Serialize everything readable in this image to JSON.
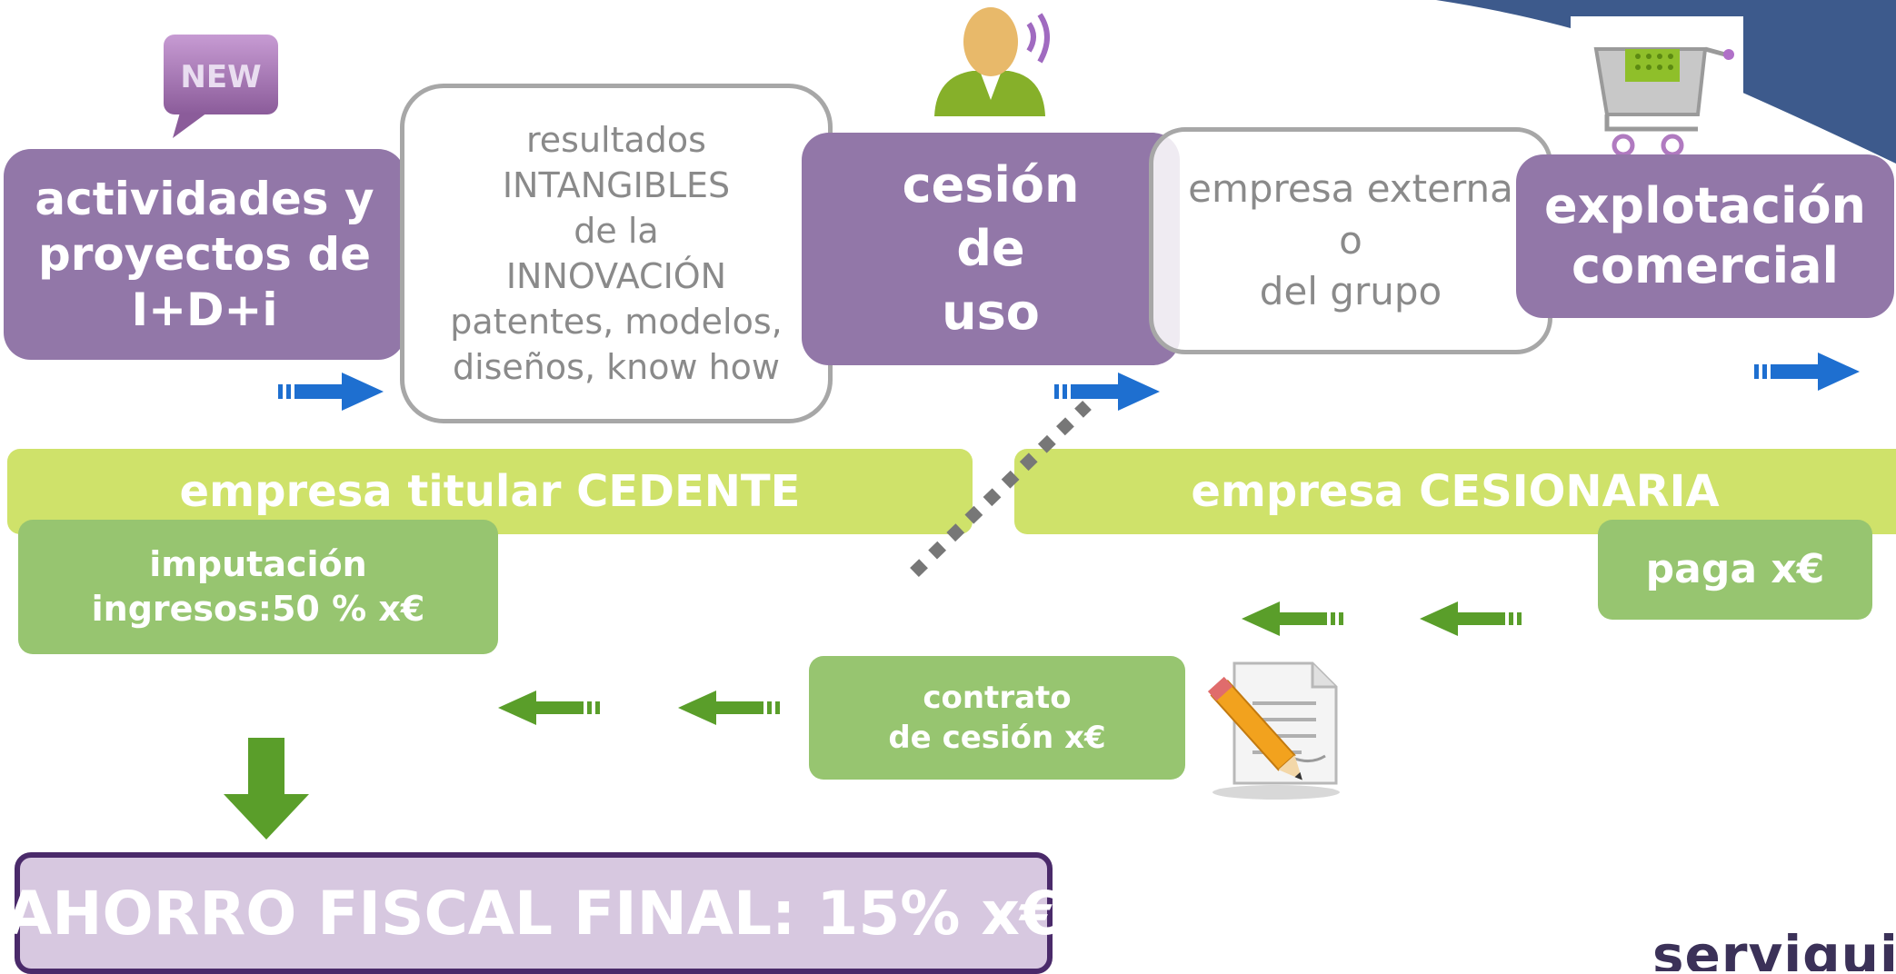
{
  "flow": {
    "box1": [
      "actividades y",
      "proyectos de",
      "I+D+i"
    ],
    "box2": [
      "resultados",
      "INTANGIBLES",
      "de la",
      "INNOVACIÓN",
      "patentes, modelos,",
      "diseños, know how"
    ],
    "box3": [
      "cesión",
      "de",
      "uso"
    ],
    "box4": [
      "empresa externa",
      "o",
      "del grupo"
    ],
    "box5": [
      "explotación",
      "comercial"
    ]
  },
  "bands": {
    "cedente": "empresa titular CEDENTE",
    "cesionaria": "empresa CESIONARIA"
  },
  "green_boxes": {
    "imputacion": [
      "imputación",
      "ingresos:50 % x€"
    ],
    "paga": "paga x€",
    "contrato": [
      "contrato",
      "de cesión x€"
    ]
  },
  "result": "AHORRO FISCAL FINAL: 15% x€",
  "new_badge": "NEW",
  "brand": "serviguide",
  "colors": {
    "purple": "#9277a8",
    "lime": "#cfe26a",
    "green": "#97c570",
    "dark_green_arrow": "#5a9e2a",
    "blue_arrow": "#1e6fd0",
    "result_border": "#4a2a6a",
    "result_bg": "#d7c8e0"
  }
}
